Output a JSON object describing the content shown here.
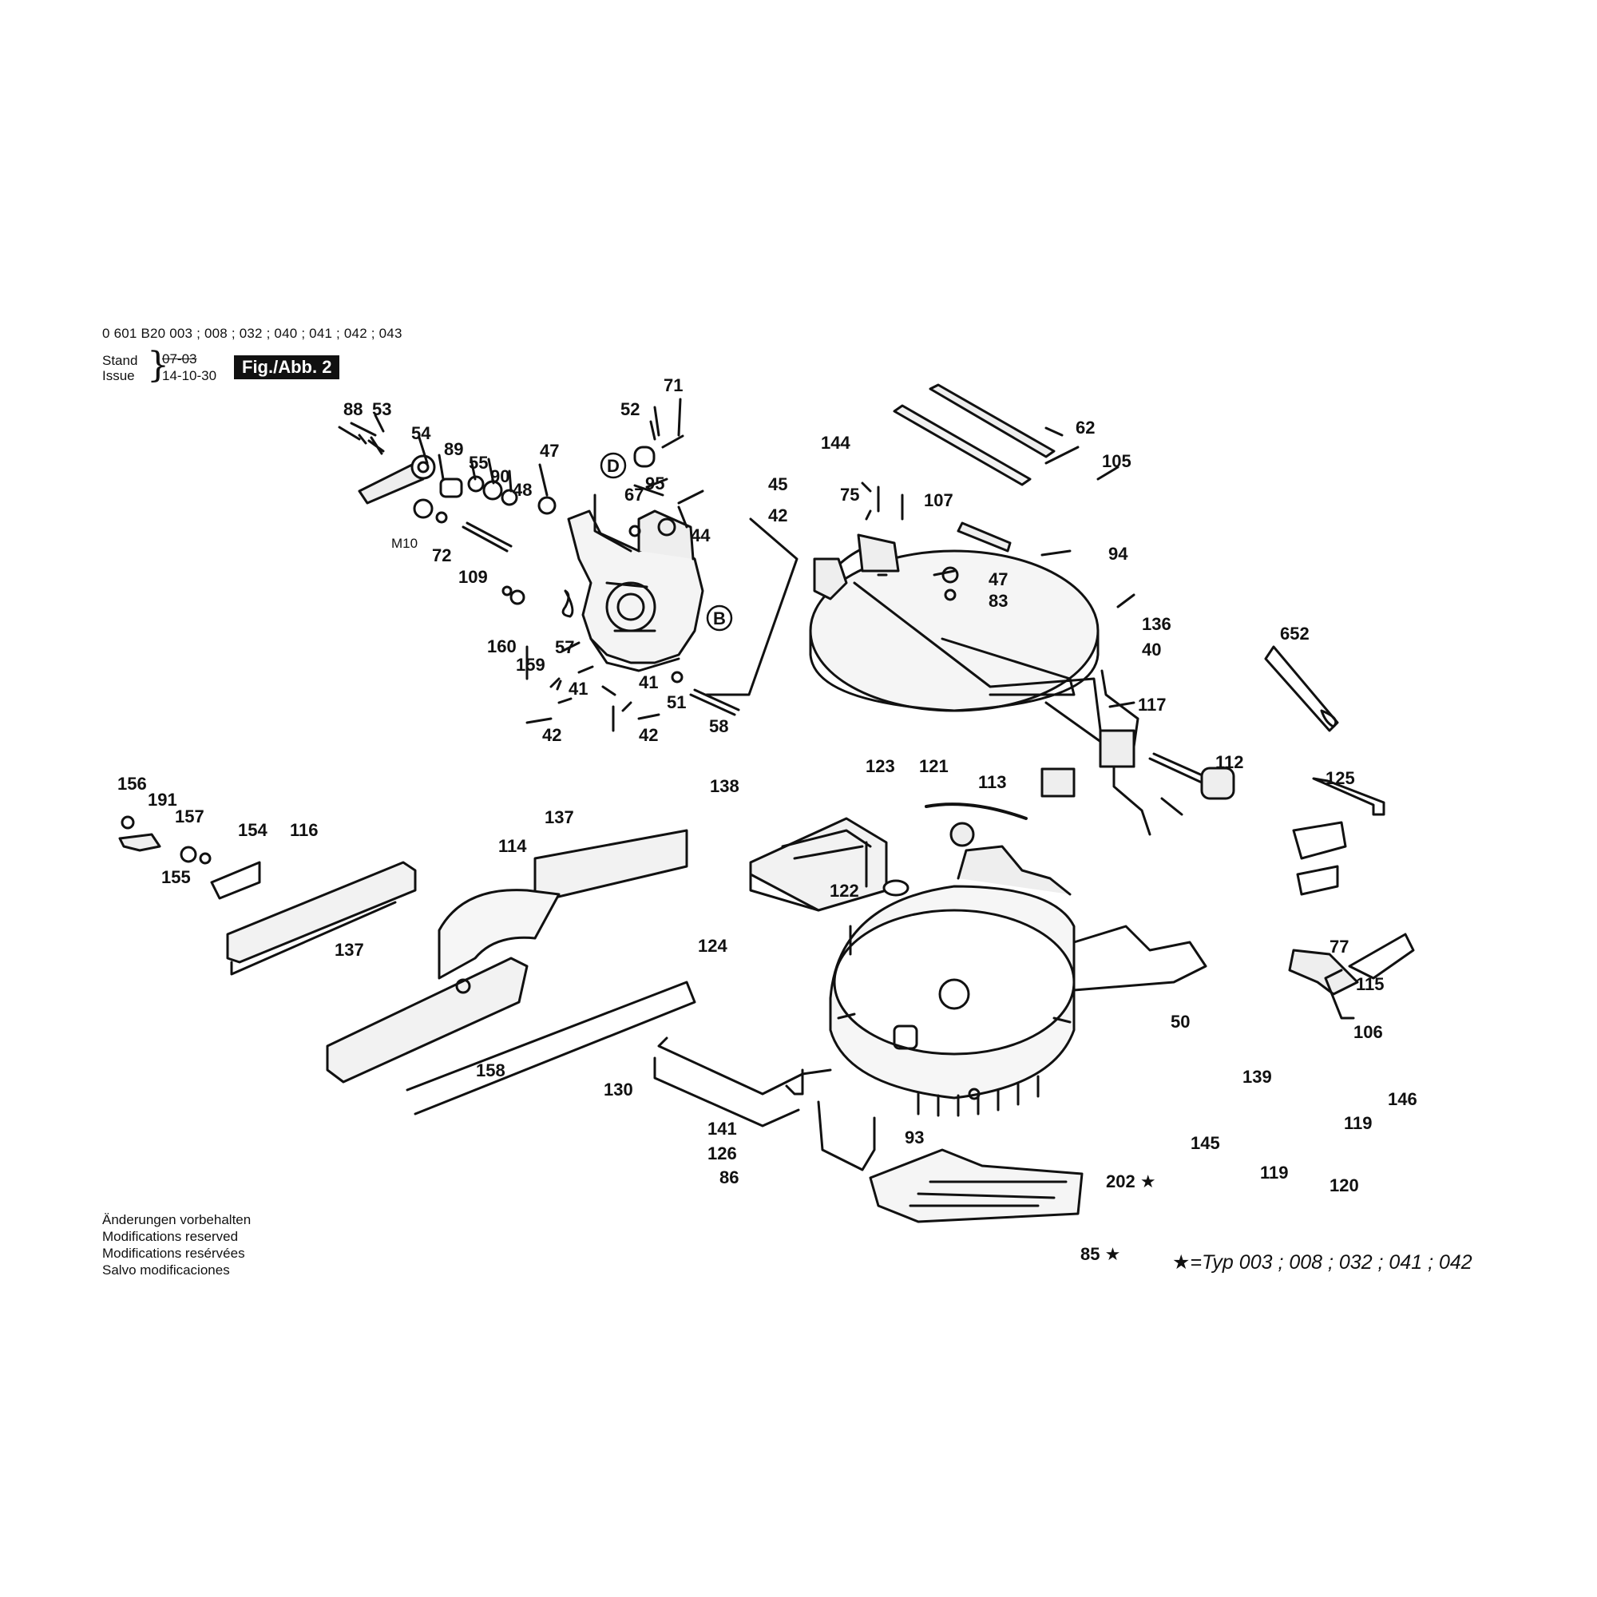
{
  "header": {
    "model_line": "0 601 B20 003 ; 008 ; 032 ; 040 ; 041 ; 042 ; 043",
    "stand_label": "Stand",
    "issue_label": "Issue",
    "brace": "}",
    "stand_value": "07-03",
    "issue_value": "14-10-30",
    "figure_badge": "Fig./Abb. 2"
  },
  "notes": [
    "Änderungen vorbehalten",
    "Modifications reserved",
    "Modifications resérvées",
    "Salvo modificaciones"
  ],
  "type_note": {
    "star": "★",
    "text": "=Typ 003 ; 008 ; 032 ; 041 ; 042"
  },
  "callouts": {
    "c88": "88",
    "c53": "53",
    "c54": "54",
    "c89": "89",
    "c55": "55",
    "c90": "90",
    "c48": "48",
    "c47a": "47",
    "m10": "M10",
    "c72": "72",
    "c109": "109",
    "c160": "160",
    "c159": "159",
    "c57": "57",
    "c71": "71",
    "c52": "52",
    "d": "D",
    "c67": "67",
    "c95": "95",
    "c44": "44",
    "b": "B",
    "c41a": "41",
    "c41b": "41",
    "c51": "51",
    "c42a": "42",
    "c42b": "42",
    "c58": "58",
    "c62": "62",
    "c144": "144",
    "c105": "105",
    "c45": "45",
    "c75": "75",
    "c107": "107",
    "c42c": "42",
    "c94": "94",
    "c47b": "47",
    "c83": "83",
    "c136": "136",
    "c40": "40",
    "c117": "117",
    "c652": "652",
    "c112": "112",
    "c125": "125",
    "c113": "113",
    "c156": "156",
    "c191": "191",
    "c157": "157",
    "c154": "154",
    "c116": "116",
    "c155": "155",
    "c114": "114",
    "c137a": "137",
    "c137b": "137",
    "c158": "158",
    "c138": "138",
    "c123": "123",
    "c121": "121",
    "c122": "122",
    "c124": "124",
    "c130": "130",
    "c141": "141",
    "c126": "126",
    "c86": "86",
    "c93": "93",
    "c50": "50",
    "c77": "77",
    "c115": "115",
    "c106": "106",
    "c139": "139",
    "c146": "146",
    "c119a": "119",
    "c145": "145",
    "c119b": "119",
    "c120": "120",
    "c202": "202 ★",
    "c85": "85 ★"
  }
}
